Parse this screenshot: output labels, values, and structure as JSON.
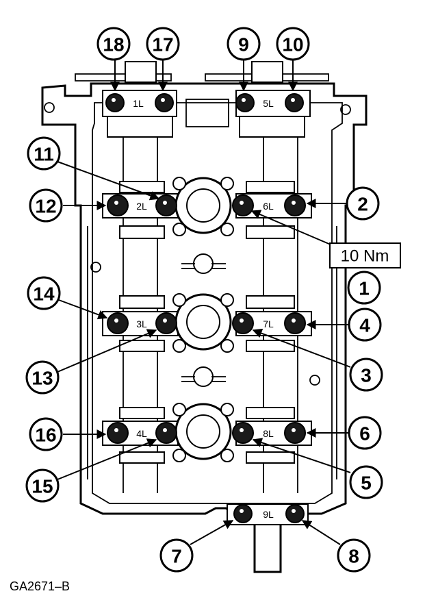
{
  "figure": {
    "code": "GA2671–B",
    "torque_label": "10 Nm"
  },
  "caps": [
    "1L",
    "2L",
    "3L",
    "4L",
    "5L",
    "6L",
    "7L",
    "8L",
    "9L"
  ],
  "callouts": [
    "1",
    "2",
    "3",
    "4",
    "5",
    "6",
    "7",
    "8",
    "9",
    "10",
    "11",
    "12",
    "13",
    "14",
    "15",
    "16",
    "17",
    "18"
  ]
}
